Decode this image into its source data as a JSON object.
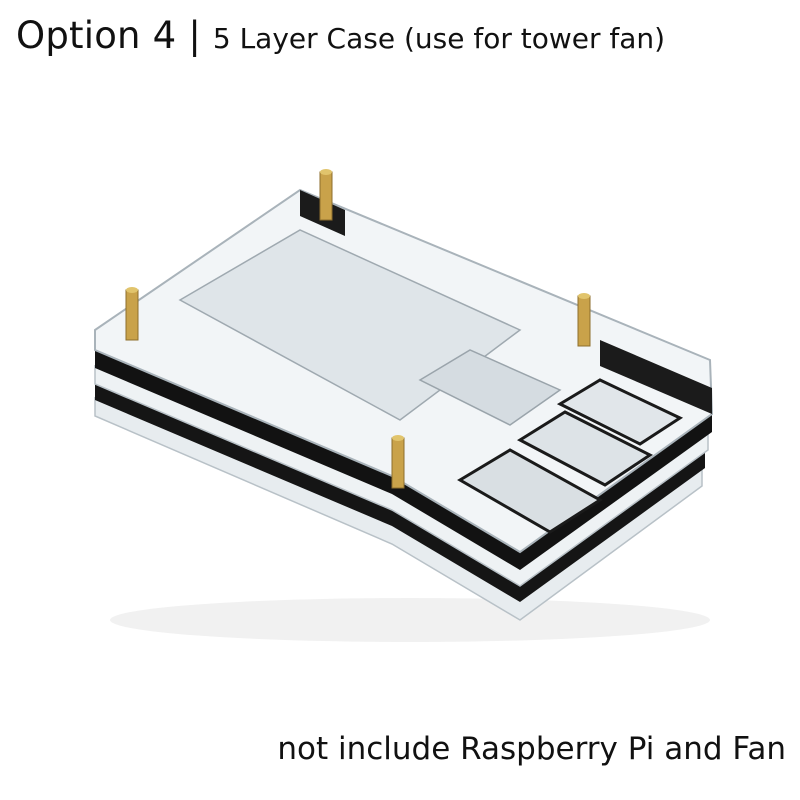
{
  "header": {
    "option_label": "Option 4",
    "separator": "|",
    "case_label": "5 Layer Case (use for tower fan)"
  },
  "footer": {
    "note": "not include Raspberry Pi and Fan"
  },
  "product": {
    "layer_count": 5,
    "standoff_count": 4,
    "colors": {
      "acrylic_clear": "#e9edf0",
      "acrylic_edge": "#cfd6db",
      "black_layer": "#111111",
      "brass": "#c9a24a"
    }
  }
}
